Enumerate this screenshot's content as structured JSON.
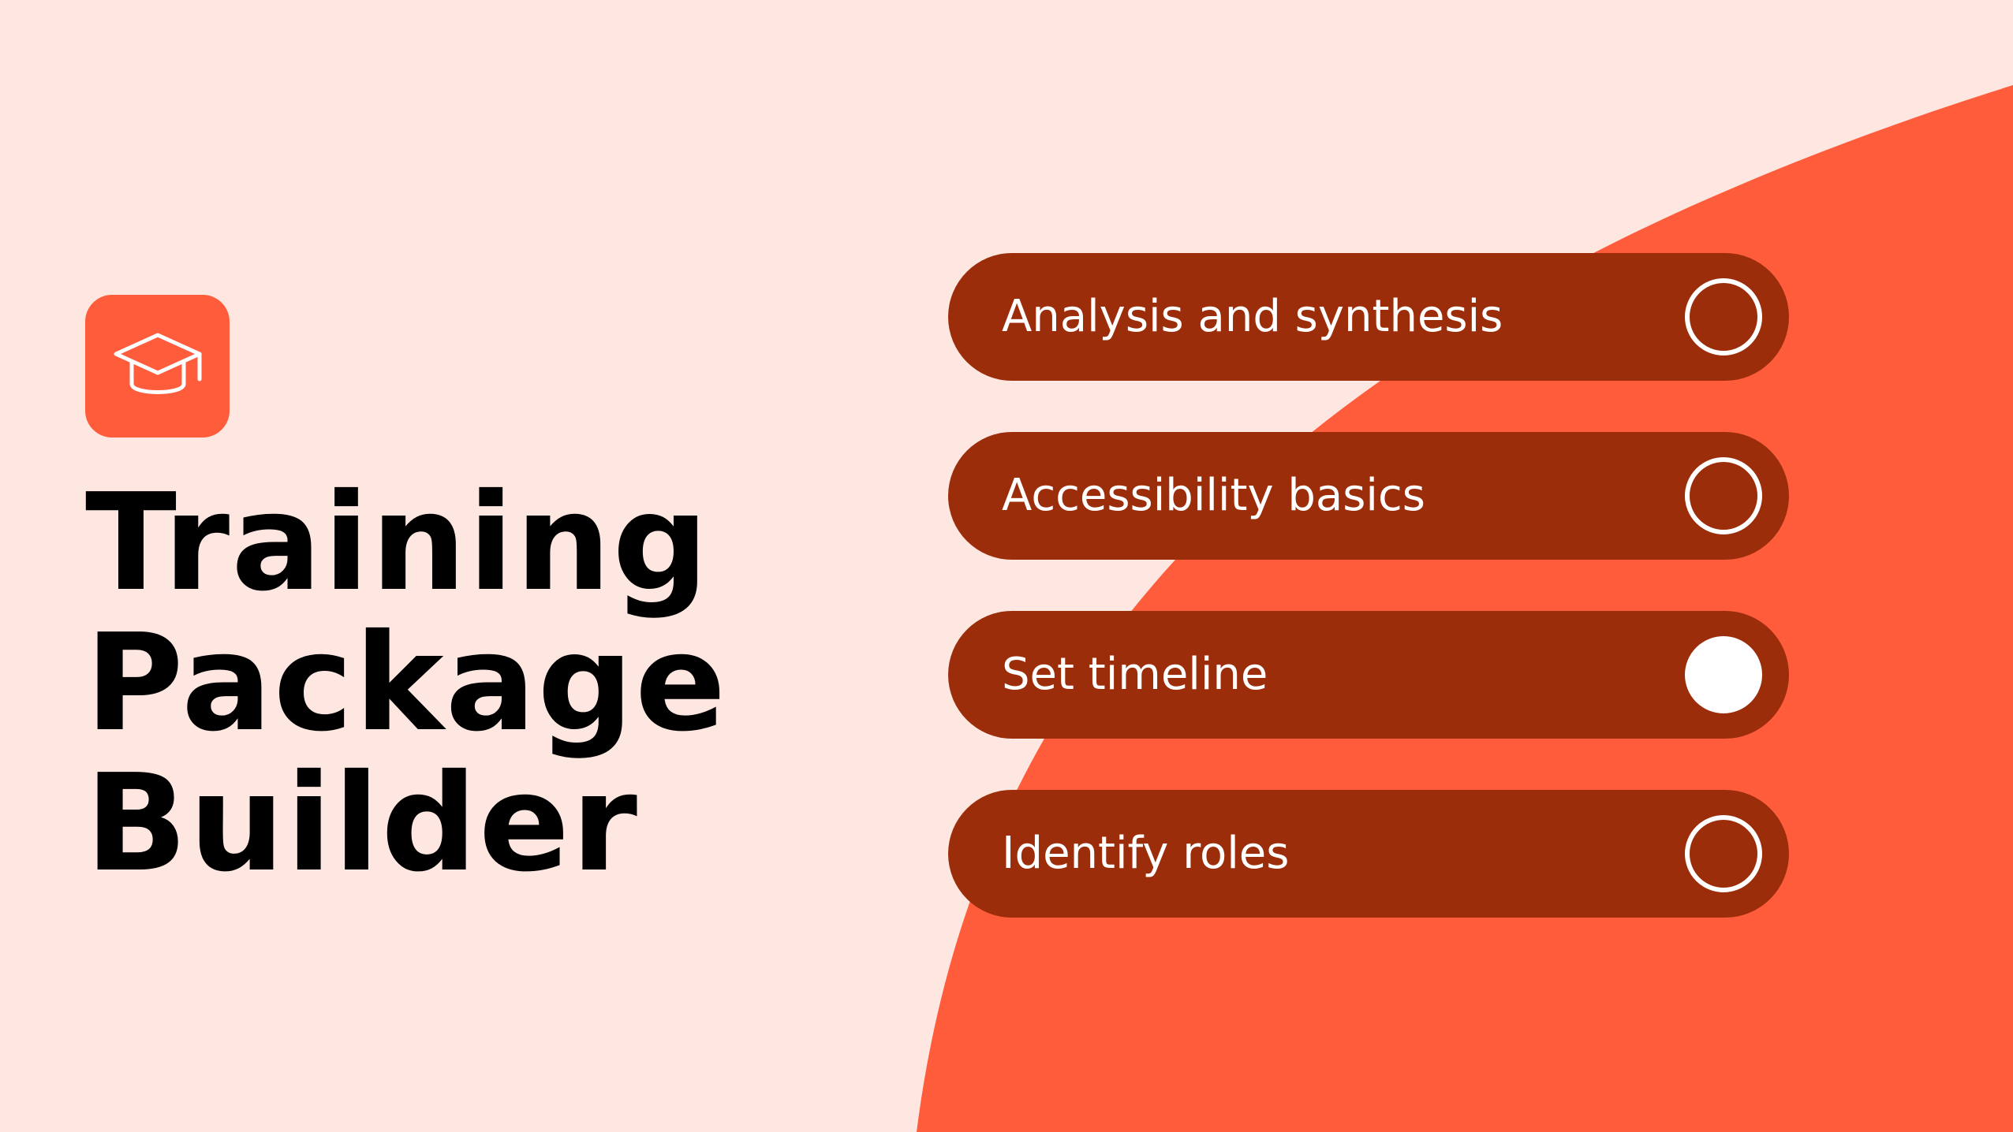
{
  "colors": {
    "background": "#FFE7E1",
    "accent": "#FF5C3C",
    "task_bg": "#9C2D0A",
    "text_light": "#FFFFFF",
    "title_text": "#000000"
  },
  "app": {
    "icon": "graduation-cap-icon",
    "title_lines": [
      "Training",
      "Package",
      "Builder"
    ]
  },
  "tasks": [
    {
      "label": "Analysis and synthesis",
      "selected": false
    },
    {
      "label": "Accessibility basics",
      "selected": false
    },
    {
      "label": "Set timeline",
      "selected": true
    },
    {
      "label": "Identify roles",
      "selected": false
    }
  ]
}
